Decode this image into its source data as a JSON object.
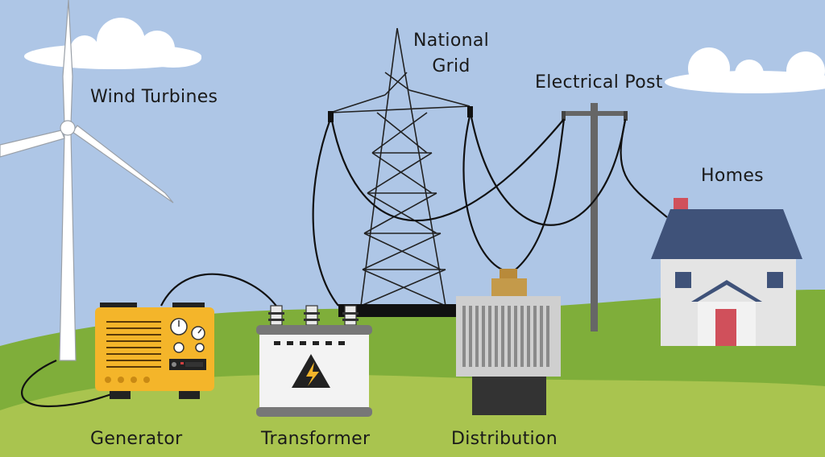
{
  "labels": {
    "wind_turbines": "Wind Turbines",
    "national_grid_line1": "National",
    "national_grid_line2": "Grid",
    "electrical_post": "Electrical Post",
    "homes": "Homes",
    "generator": "Generator",
    "transformer": "Transformer",
    "distribution": "Distribution"
  },
  "colors": {
    "sky": "#aec6e6",
    "hill_far": "#7fae3a",
    "hill_near": "#a9c44f",
    "generator_body": "#f4b52a",
    "roof": "#3f5279",
    "door": "#d0505b",
    "chimney": "#d0505b",
    "cable": "#111111"
  },
  "icons": [
    "lightning-icon",
    "dial-icon"
  ]
}
